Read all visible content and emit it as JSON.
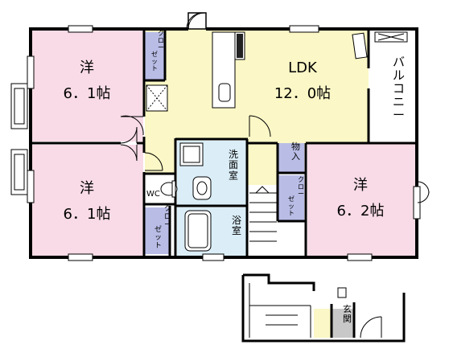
{
  "rooms": {
    "room_nw": {
      "type": "洋",
      "size": "6．1帖"
    },
    "room_sw": {
      "type": "洋",
      "size": "6．1帖"
    },
    "room_e": {
      "type": "洋",
      "size": "6．2帖"
    },
    "ldk": {
      "type": "LDK",
      "size": "12．0帖"
    },
    "washroom": "洗面室",
    "bathroom": "浴室",
    "storage": "物入",
    "wc": "WC",
    "entrance": "玄関",
    "balcony": "バルコニー"
  },
  "closets": {
    "label_top": "クロー",
    "label_bottom": "ゼット"
  },
  "colors": {
    "western_room": "#f8dbe6",
    "ldk": "#fbf7c6",
    "wet_area": "#dbeef8",
    "closet": "#b9bde6",
    "hall": "#fbf7c6",
    "entrance": "#c8c8c8",
    "wall": "#000000"
  }
}
